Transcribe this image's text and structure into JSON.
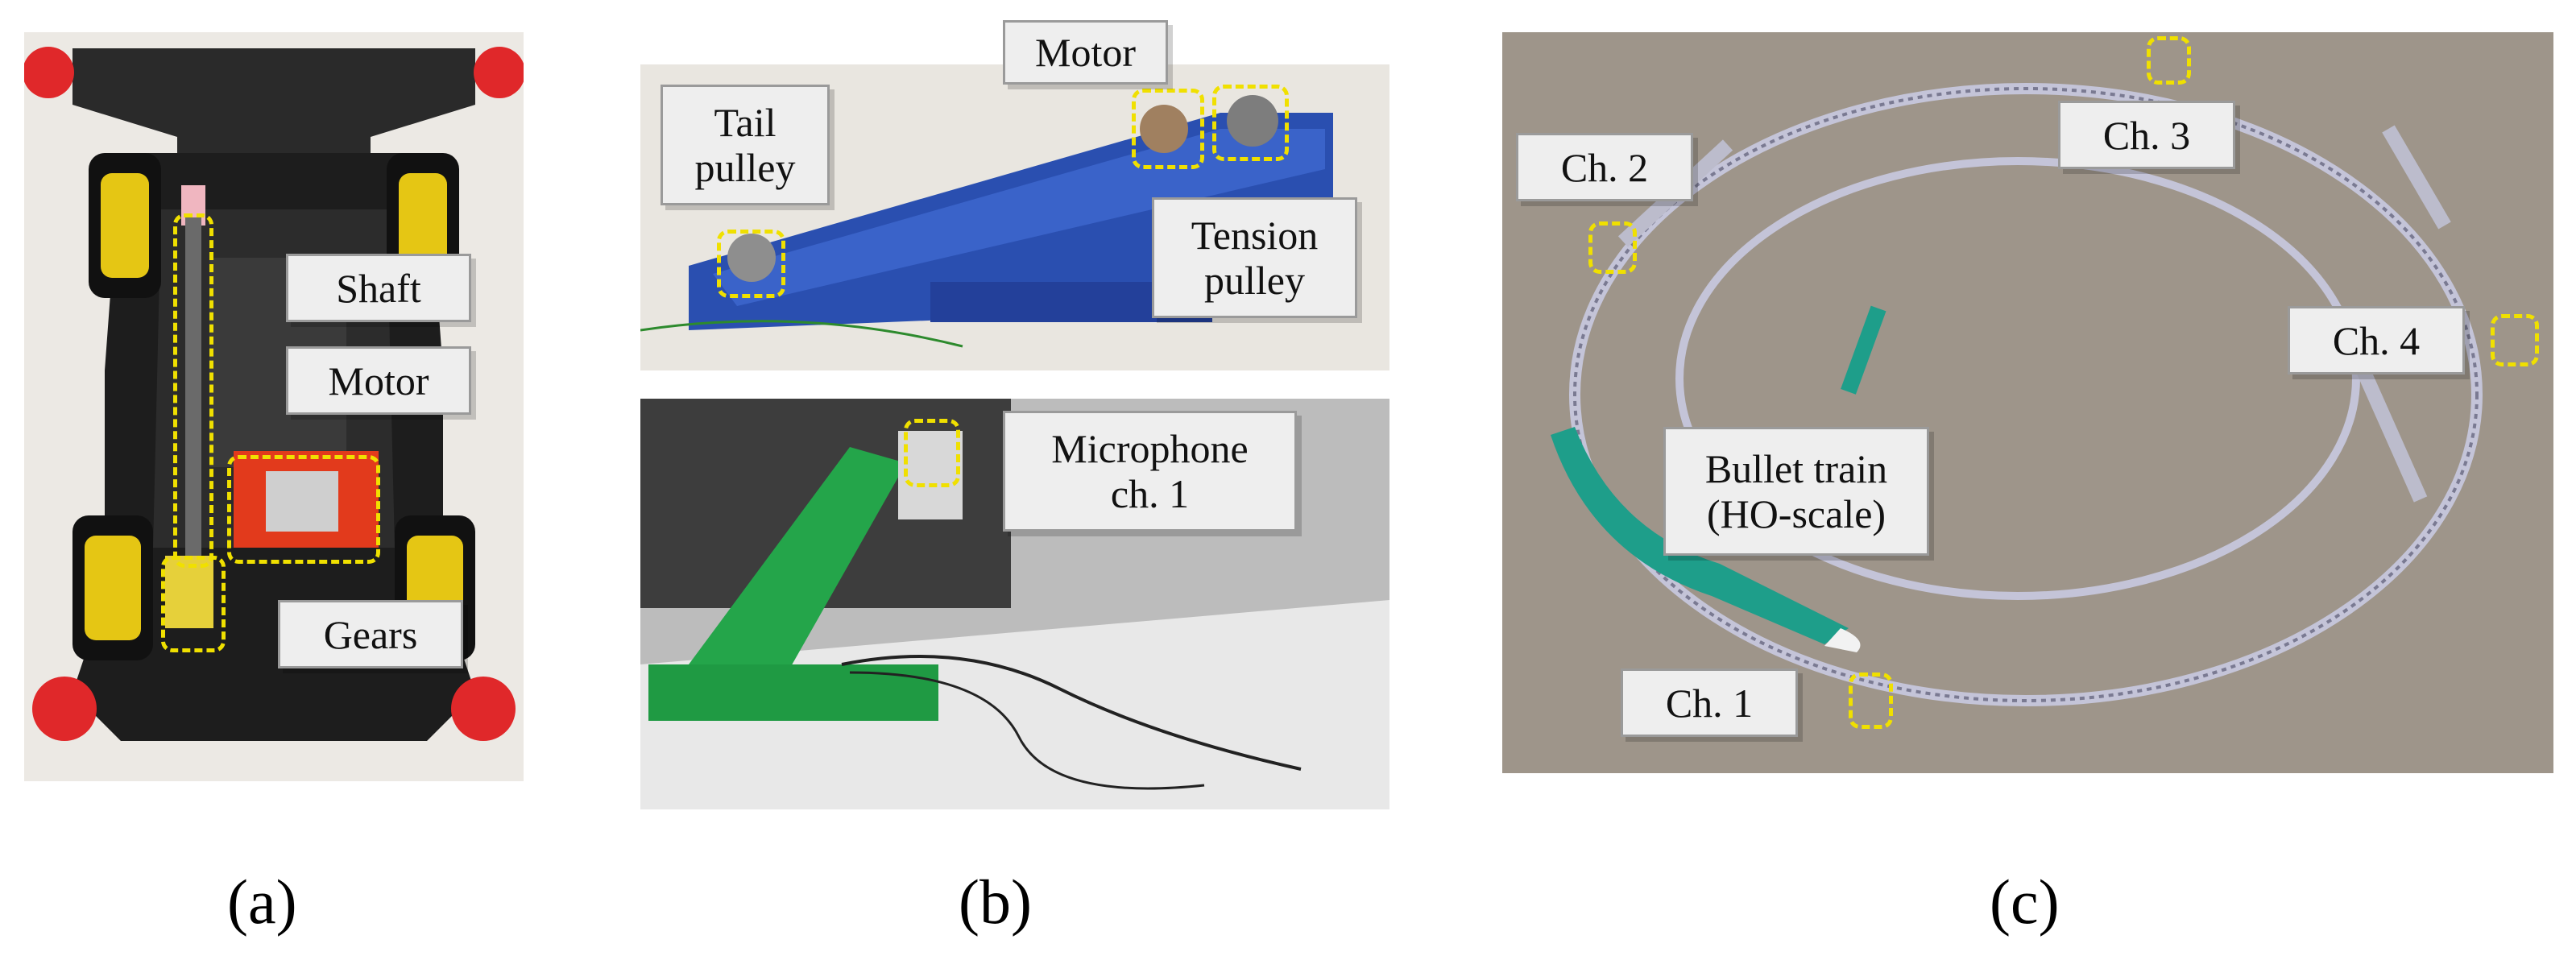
{
  "panels": {
    "a": {
      "caption": "(a)",
      "labels": {
        "shaft": "Shaft",
        "motor": "Motor",
        "gears": "Gears"
      }
    },
    "b": {
      "caption": "(b)",
      "labels": {
        "motor": "Motor",
        "tail_pulley_l1": "Tail",
        "tail_pulley_l2": "pulley",
        "tension_pulley_l1": "Tension",
        "tension_pulley_l2": "pulley",
        "microphone_l1": "Microphone",
        "microphone_l2": "ch. 1"
      }
    },
    "c": {
      "caption": "(c)",
      "labels": {
        "ch1": "Ch. 1",
        "ch2": "Ch. 2",
        "ch3": "Ch. 3",
        "ch4": "Ch. 4",
        "train_l1": "Bullet train",
        "train_l2": "(HO-scale)"
      }
    }
  }
}
